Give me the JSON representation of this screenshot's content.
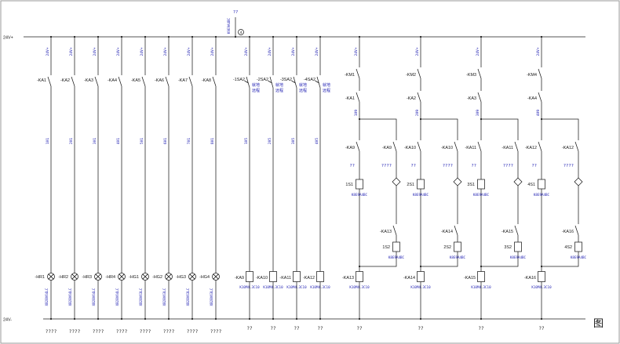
{
  "rails": {
    "top_label": "24V+",
    "bottom_label": "24V-",
    "top_tag": "24V+"
  },
  "figure_label": "图",
  "top_device": {
    "label": "??",
    "code": "K9E9A4BC",
    "marker": "4"
  },
  "captions": {
    "left": "????",
    "short": "??"
  },
  "codes": {
    "red_lamp": "XB2BV64LC",
    "green_lamp": "XB2BV63LC",
    "relay_coil": "K10M4.3C10",
    "solenoid": "K8E9A4BC"
  },
  "modes": {
    "local": "就地",
    "remote": "远程"
  },
  "left_columns": [
    {
      "contact": "-KA1",
      "wire": "101",
      "lamp": "-HR1"
    },
    {
      "contact": "-KA2",
      "wire": "201",
      "lamp": "-HR2"
    },
    {
      "contact": "-KA3",
      "wire": "301",
      "lamp": "-HR3"
    },
    {
      "contact": "-KA4",
      "wire": "401",
      "lamp": "-HR4"
    },
    {
      "contact": "-KA5",
      "wire": "501",
      "lamp": "-HG1"
    },
    {
      "contact": "-KA6",
      "wire": "601",
      "lamp": "-HG2"
    },
    {
      "contact": "-KA7",
      "wire": "701",
      "lamp": "-HG3"
    },
    {
      "contact": "-KA8",
      "wire": "801",
      "lamp": "-HG4"
    }
  ],
  "selector_columns": [
    {
      "switch": "-1SA2",
      "wire": "105",
      "coil": "-KA9"
    },
    {
      "switch": "-2SA2",
      "wire": "205",
      "coil": "-KA10"
    },
    {
      "switch": "-3SA2",
      "wire": "305",
      "coil": "-KA11"
    },
    {
      "switch": "-4SA2",
      "wire": "405",
      "coil": "-KA12"
    }
  ],
  "right_groups": [
    {
      "km": "-KM1",
      "ka": "-KA1",
      "wire": "109",
      "branch_contact": "-KA9",
      "branch_contact_b": "-KA9",
      "device_a": "1S1",
      "device_b": "1S2",
      "lower_contact": "-KA13",
      "coil": "-KA13"
    },
    {
      "km": "-KM2",
      "ka": "-KA2",
      "wire": "209",
      "branch_contact": "-KA10",
      "branch_contact_b": "-KA10",
      "device_a": "2S1",
      "device_b": "2S2",
      "lower_contact": "-KA14",
      "coil": "-KA14"
    },
    {
      "km": "-KM3",
      "ka": "-KA3",
      "wire": "309",
      "branch_contact": "-KA11",
      "branch_contact_b": "-KA11",
      "device_a": "3S1",
      "device_b": "3S2",
      "lower_contact": "-KA15",
      "coil": "-KA15"
    },
    {
      "km": "-KM4",
      "ka": "-KA4",
      "wire": "409",
      "branch_contact": "-KA12",
      "branch_contact_b": "-KA12",
      "device_a": "4S1",
      "device_b": "4S2",
      "lower_contact": "-KA16",
      "coil": "-KA16"
    }
  ]
}
